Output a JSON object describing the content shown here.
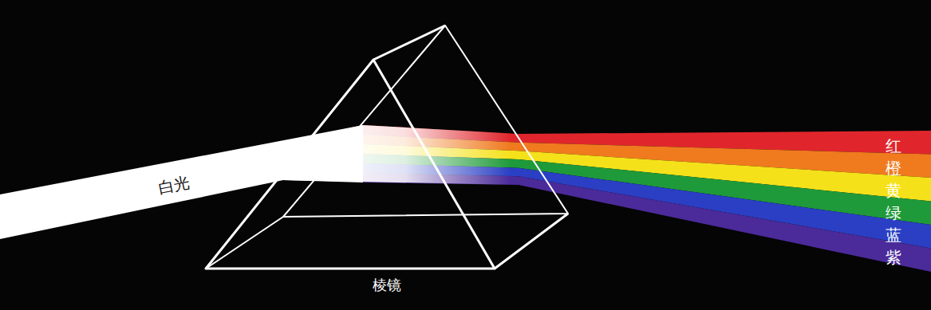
{
  "diagram": {
    "labels": [
      "白光",
      "棱镜",
      "红",
      "橙",
      "黄",
      "绿",
      "蓝",
      "紫"
    ]
  }
}
